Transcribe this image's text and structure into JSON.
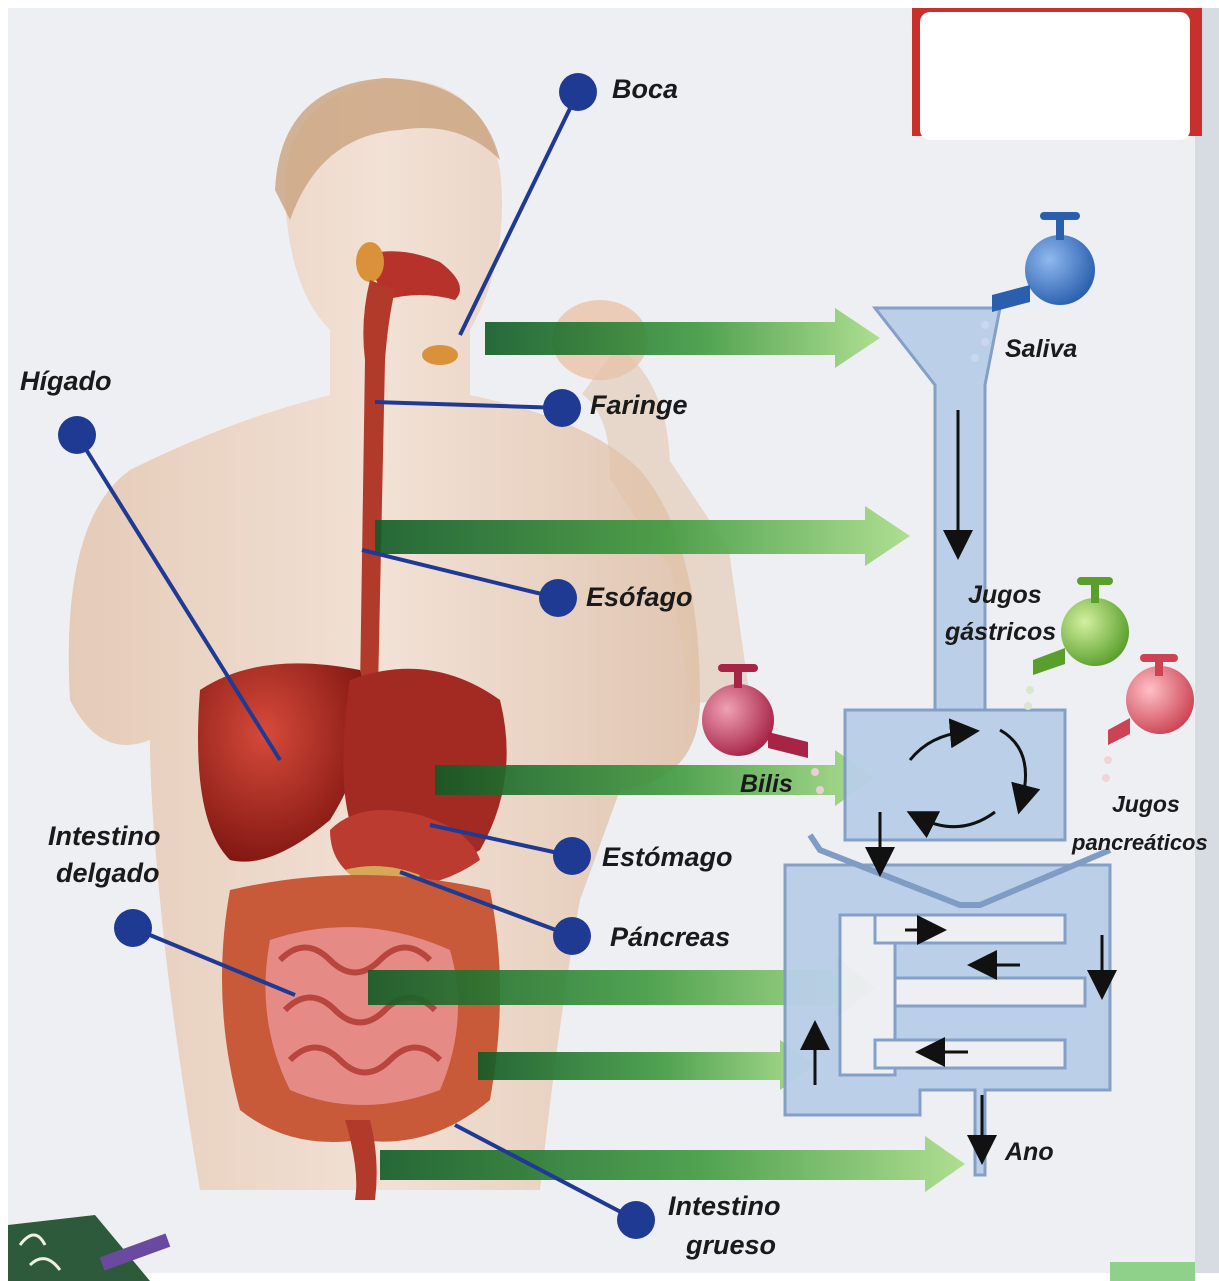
{
  "organs": {
    "boca": "Boca",
    "faringe": "Faringe",
    "esofago": "Esófago",
    "higado": "Hígado",
    "estomago": "Estómago",
    "pancreas": "Páncreas",
    "intestino_delgado": [
      "Intestino",
      "delgado"
    ],
    "intestino_grueso": [
      "Intestino",
      "grueso"
    ]
  },
  "secretions": {
    "saliva": "Saliva",
    "jugos_gastricos": [
      "Jugos",
      "gástricos"
    ],
    "bilis": "Bilis",
    "jugos_pancreaticos": [
      "Jugos",
      "pancreáticos"
    ],
    "ano": "Ano"
  },
  "colors": {
    "pointer": "#1f3a93",
    "arrow_dark": "#0f5a25",
    "arrow_light": "#8fcf6a",
    "tube": "#b9cfe8",
    "tube_edge": "#7f9cc4",
    "tap_saliva": "#3f78c9",
    "tap_gastric": "#7fc04a",
    "tap_bile": "#c2405e",
    "tap_pancreatic": "#e06a78",
    "skin": "#ecd2bc",
    "organ": "#b5281f"
  },
  "icons": [
    "faucet-icon",
    "direction-arrow-icon"
  ]
}
